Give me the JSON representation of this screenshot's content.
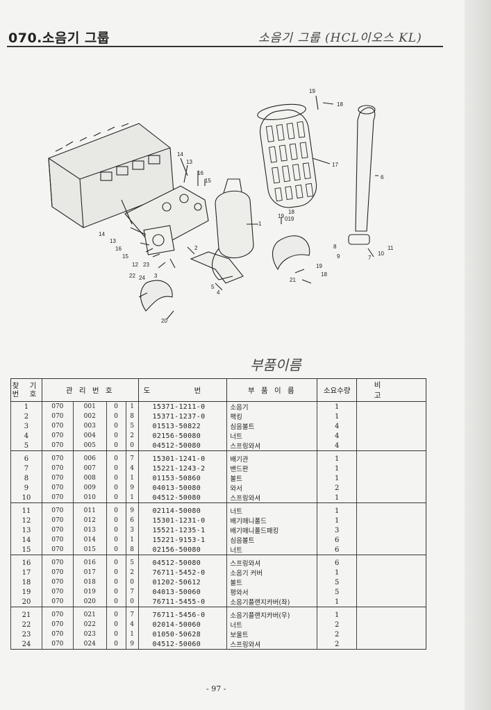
{
  "header": {
    "title": "070.소음기 그룹",
    "handwritten_note": "소음기 그룹 (HCL이오스 KL)",
    "handwritten_note2": "부품이름"
  },
  "diagram": {
    "callouts": [
      "19",
      "18",
      "17",
      "6",
      "14",
      "13",
      "16",
      "15",
      "1",
      "19",
      "18",
      "019",
      "8",
      "9",
      "10",
      "11",
      "7",
      "14",
      "13",
      "16",
      "15",
      "12",
      "23",
      "2",
      "19",
      "18",
      "21",
      "22",
      "24",
      "3",
      "5",
      "4",
      "20"
    ]
  },
  "table": {
    "headers": {
      "no": "찾 기\n번 호",
      "mgmt": "관 리 번 호",
      "drawing": "도 번",
      "part_name": "부 품 이 름",
      "qty": "소요수량",
      "remarks": "비 고"
    },
    "rows": [
      {
        "no": "1",
        "g": "070",
        "c": "001",
        "z": "0",
        "d": "1",
        "pn": "15371-1211-0",
        "name": "소음기",
        "qty": "1"
      },
      {
        "no": "2",
        "g": "070",
        "c": "002",
        "z": "0",
        "d": "8",
        "pn": "15371-1237-0",
        "name": "팩킹",
        "qty": "1"
      },
      {
        "no": "3",
        "g": "070",
        "c": "003",
        "z": "0",
        "d": "5",
        "pn": "01513-50822",
        "name": "심음볼트",
        "qty": "4"
      },
      {
        "no": "4",
        "g": "070",
        "c": "004",
        "z": "0",
        "d": "2",
        "pn": "02156-50080",
        "name": "너트",
        "qty": "4"
      },
      {
        "no": "5",
        "g": "070",
        "c": "005",
        "z": "0",
        "d": "0",
        "pn": "04512-50080",
        "name": "스프링와셔",
        "qty": "4"
      },
      {
        "no": "6",
        "g": "070",
        "c": "006",
        "z": "0",
        "d": "7",
        "pn": "15301-1241-0",
        "name": "배기관",
        "qty": "1"
      },
      {
        "no": "7",
        "g": "070",
        "c": "007",
        "z": "0",
        "d": "4",
        "pn": "15221-1243-2",
        "name": "밴드판",
        "qty": "1"
      },
      {
        "no": "8",
        "g": "070",
        "c": "008",
        "z": "0",
        "d": "1",
        "pn": "01153-50860",
        "name": "볼트",
        "qty": "1"
      },
      {
        "no": "9",
        "g": "070",
        "c": "009",
        "z": "0",
        "d": "9",
        "pn": "04013-50080",
        "name": "와서",
        "qty": "2"
      },
      {
        "no": "10",
        "g": "070",
        "c": "010",
        "z": "0",
        "d": "1",
        "pn": "04512-50080",
        "name": "스프링와셔",
        "qty": "1"
      },
      {
        "no": "11",
        "g": "070",
        "c": "011",
        "z": "0",
        "d": "9",
        "pn": "02114-50080",
        "name": "너트",
        "qty": "1"
      },
      {
        "no": "12",
        "g": "070",
        "c": "012",
        "z": "0",
        "d": "6",
        "pn": "15301-1231-0",
        "name": "배기매니폴드",
        "qty": "1"
      },
      {
        "no": "13",
        "g": "070",
        "c": "013",
        "z": "0",
        "d": "3",
        "pn": "15521-1235-1",
        "name": "배기매니폴드패킹",
        "qty": "3"
      },
      {
        "no": "14",
        "g": "070",
        "c": "014",
        "z": "0",
        "d": "1",
        "pn": "15221-9153-1",
        "name": "심음볼트",
        "qty": "6"
      },
      {
        "no": "15",
        "g": "070",
        "c": "015",
        "z": "0",
        "d": "8",
        "pn": "02156-50080",
        "name": "너트",
        "qty": "6"
      },
      {
        "no": "16",
        "g": "070",
        "c": "016",
        "z": "0",
        "d": "5",
        "pn": "04512-50080",
        "name": "스프링와셔",
        "qty": "6"
      },
      {
        "no": "17",
        "g": "070",
        "c": "017",
        "z": "0",
        "d": "2",
        "pn": "76711-5452-0",
        "name": "소음기 커버",
        "qty": "1"
      },
      {
        "no": "18",
        "g": "070",
        "c": "018",
        "z": "0",
        "d": "0",
        "pn": "01202-50612",
        "name": "볼트",
        "qty": "5"
      },
      {
        "no": "19",
        "g": "070",
        "c": "019",
        "z": "0",
        "d": "7",
        "pn": "04013-50060",
        "name": "평와서",
        "qty": "5"
      },
      {
        "no": "20",
        "g": "070",
        "c": "020",
        "z": "0",
        "d": "0",
        "pn": "76711-5455-0",
        "name": "소음기플랜지카버(좌)",
        "qty": "1"
      },
      {
        "no": "21",
        "g": "070",
        "c": "021",
        "z": "0",
        "d": "7",
        "pn": "76711-5456-0",
        "name": "소음기플랜지카버(우)",
        "qty": "1"
      },
      {
        "no": "22",
        "g": "070",
        "c": "022",
        "z": "0",
        "d": "4",
        "pn": "02014-50060",
        "name": "너트",
        "qty": "2"
      },
      {
        "no": "23",
        "g": "070",
        "c": "023",
        "z": "0",
        "d": "1",
        "pn": "01050-50628",
        "name": "보울트",
        "qty": "2"
      },
      {
        "no": "24",
        "g": "070",
        "c": "024",
        "z": "0",
        "d": "9",
        "pn": "04512-50060",
        "name": "스프링와셔",
        "qty": "2"
      }
    ]
  },
  "footer": {
    "page_number": "- 97 -"
  }
}
